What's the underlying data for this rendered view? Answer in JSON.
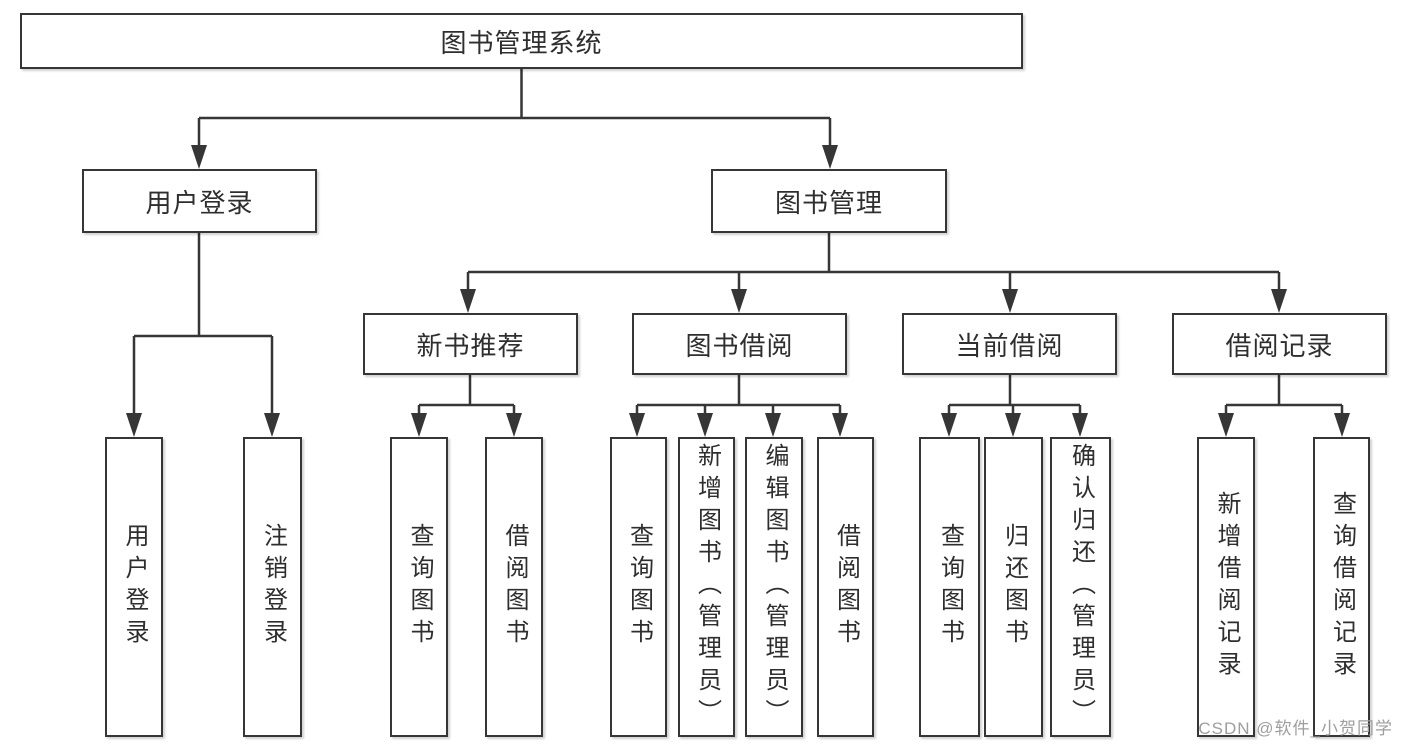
{
  "diagram_type": "hierarchy-tree",
  "colors": {
    "line": "#363636",
    "box_border": "#363636",
    "text": "#2e2e2e",
    "watermark_text": "#9e9e9e",
    "background": "#ffffff"
  },
  "tree": {
    "label": "图书管理系统",
    "children": [
      {
        "label": "用户登录",
        "children": [
          {
            "label": "用户登录"
          },
          {
            "label": "注销登录"
          }
        ]
      },
      {
        "label": "图书管理",
        "children": [
          {
            "label": "新书推荐",
            "children": [
              {
                "label": "查询图书"
              },
              {
                "label": "借阅图书"
              }
            ]
          },
          {
            "label": "图书借阅",
            "children": [
              {
                "label": "查询图书"
              },
              {
                "label": "新增图书（管理员）"
              },
              {
                "label": "编辑图书（管理员）"
              },
              {
                "label": "借阅图书"
              }
            ]
          },
          {
            "label": "当前借阅",
            "children": [
              {
                "label": "查询图书"
              },
              {
                "label": "归还图书"
              },
              {
                "label": "确认归还（管理员）"
              }
            ]
          },
          {
            "label": "借阅记录",
            "children": [
              {
                "label": "新增借阅记录"
              },
              {
                "label": "查询借阅记录"
              }
            ]
          }
        ]
      }
    ]
  },
  "watermark": "CSDN @软件_小贺同学"
}
